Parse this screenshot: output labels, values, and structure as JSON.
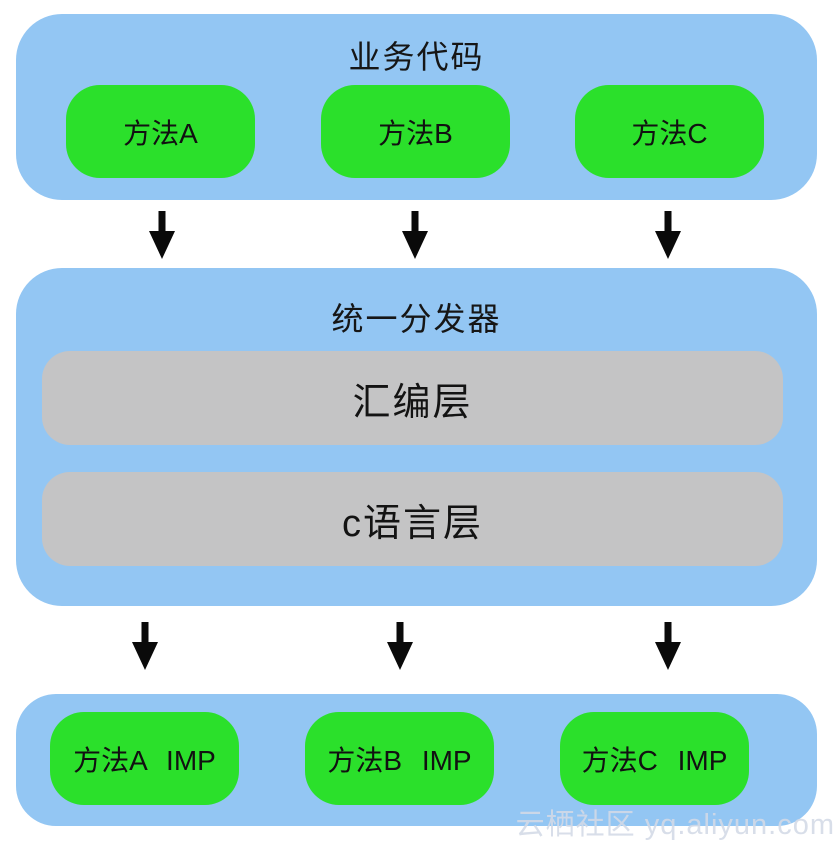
{
  "colors": {
    "background": "#ffffff",
    "panel_blue": "#93c6f3",
    "chip_green": "#2be02b",
    "layer_gray": "#c4c4c5",
    "arrow_black": "#0a0a0a",
    "text": "#141414",
    "watermark_gray": "#d3dae6"
  },
  "diagram": {
    "top_panel": {
      "title": "业务代码",
      "methods": [
        "方法A",
        "方法B",
        "方法C"
      ]
    },
    "middle_panel": {
      "title": "统一分发器",
      "layers": [
        "汇编层",
        "c语言层"
      ]
    },
    "bottom_panel": {
      "implementations": [
        "方法A IMP",
        "方法B IMP",
        "方法C IMP"
      ]
    },
    "watermark": "云栖社区 yq.aliyun.com"
  }
}
